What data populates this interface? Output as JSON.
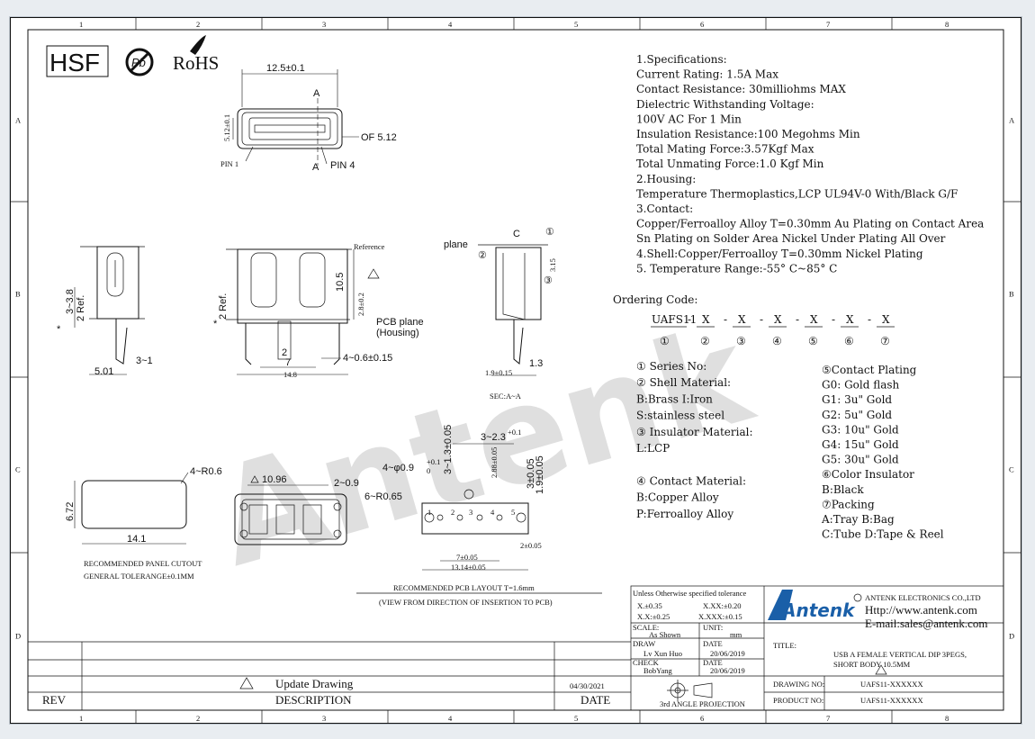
{
  "grid": {
    "columns": [
      "1",
      "2",
      "3",
      "4",
      "5",
      "6",
      "7",
      "8"
    ],
    "rows": [
      "A",
      "B",
      "C",
      "D"
    ]
  },
  "logos": {
    "hsf": "HSF",
    "pb": "Pb",
    "rohs": "RoHS",
    "watermark": "Antenk",
    "company_logo": "Antenk"
  },
  "front_view": {
    "width_dim": "12.5±0.1",
    "section_mark": "A",
    "height_dim": "5.12±0.1",
    "of_label": "OF 5.12",
    "pin1": "PIN 1",
    "pin4": "PIN 4"
  },
  "side_view": {
    "dim_3_8": "3~3.8",
    "ref_2": "2 Ref.",
    "dim_5_01": "5.01",
    "dim_3_1": "3~1",
    "star": "*"
  },
  "main_view": {
    "reference": "Reference",
    "dim_10_5": "10.5",
    "dim_2_8": "2.8±0.2",
    "ref_2": "2 Ref.",
    "pcb_plane": "PCB plane",
    "housing": "(Housing)",
    "dim_4_0_6": "4~0.6±0.15",
    "dim_2": "2",
    "dim_7": "7",
    "dim_14_8": "14.8",
    "star": "*"
  },
  "section_view": {
    "plane": "plane",
    "c_mark": "C",
    "callouts": [
      "①",
      "②",
      "③"
    ],
    "dim_3_15": "3.15",
    "dim_1_3": "1.3",
    "dim_1_9": "1.9±0.15",
    "sec_label": "SEC:A~A"
  },
  "cutout": {
    "r_label": "4~R0.6",
    "height": "6.72",
    "width": "14.1",
    "caption1": "RECOMMENDED PANEL CUTOUT",
    "caption2": "GENERAL TOLERANGE±0.1MM"
  },
  "bottom_view": {
    "dim_10_96": "10.96",
    "dim_2_0_9": "2~0.9",
    "r_label": "6~R0.65"
  },
  "pcb_layout": {
    "hole_label": "4~φ0.9",
    "hole_tol": "+0.1",
    "hole_tol2": "0",
    "dim_1_3": "3~1.3±0.05",
    "dim_2_3": "3~2.3",
    "dim_2_3_tol": "+0.1",
    "dim_2_88": "2.88±0.05",
    "dim_3_005": "3±0.05",
    "dim_1_9": "1.9±0.05",
    "dim_2": "2±0.05",
    "dim_7": "7±0.05",
    "dim_13_14": "13.14±0.05",
    "pins": [
      "1",
      "2",
      "3",
      "4",
      "5"
    ],
    "caption1": "RECOMMENDED PCB LAYOUT T=1.6mm",
    "caption2": "(VIEW FROM DIRECTION OF INSERTION TO PCB)"
  },
  "specs": [
    "1.Specifications:",
    "Current Rating:          1.5A Max",
    "Contact Resistance:      30milliohms MAX",
    "Dielectric Withstanding Voltage:",
    "     100V AC For 1 Min",
    "Insulation Resistance:100 Megohms Min",
    "Total Mating Force:3.57Kgf Max",
    "Total Unmating Force:1.0 Kgf Min",
    "2.Housing:",
    " Temperature Thermoplastics,LCP UL94V-0 With/Black G/F",
    "3.Contact:",
    " Copper/Ferroalloy Alloy T=0.30mm  Au Plating on Contact Area",
    " Sn Plating on Solder Area Nickel Under Plating All Over",
    "4.Shell:Copper/Ferroalloy T=0.30mm   Nickel Plating",
    "5. Temperature  Range:-55° C~85° C"
  ],
  "ordering": {
    "title": "Ordering Code:",
    "prefix": "UAFS11",
    "fields": [
      "X",
      "X",
      "X",
      "X",
      "X",
      "X"
    ],
    "nums": [
      "①",
      "②",
      "③",
      "④",
      "⑤",
      "⑥",
      "⑦"
    ],
    "left": [
      "① Series No:",
      "② Shell Material:",
      "   B:Brass   I:Iron",
      "   S:stainless steel",
      "③ Insulator Material:",
      "   L:LCP",
      "",
      "④ Contact Material:",
      "   B:Copper Alloy",
      "   P:Ferroalloy Alloy"
    ],
    "right": [
      "⑤Contact Plating",
      "   G0: Gold flash",
      "   G1:  3u\" Gold",
      "   G2:  5u\" Gold",
      "   G3: 10u\" Gold",
      "   G4: 15u\" Gold",
      "   G5: 30u\" Gold",
      "⑥Color Insulator",
      "   B:Black",
      "⑦Packing",
      "  A:Tray B:Bag",
      "  C:Tube D:Tape & Reel"
    ]
  },
  "title_block": {
    "tolerance_hdr": "Unless Otherwise specified tolerance",
    "tol_x": "X.±0.35",
    "tol_xx": "X.XX:±0.20",
    "tol_x1": "X.X:±0.25",
    "tol_xxx": "X.XXX:±0.15",
    "scale_lbl": "SCALE:",
    "scale_val": "As Shown",
    "unit_lbl": "UNIT:",
    "unit_val": "mm",
    "draw_lbl": "DRAW",
    "draw_val": "Lv Xun Huo",
    "date_lbl": "DATE",
    "date_val": "20/06/2019",
    "check_lbl": "CHECK",
    "check_val": "BobYang",
    "date2_lbl": "DATE",
    "date2_val": "20/06/2019",
    "projection": "3rd ANGLE PROJECTION",
    "company": "ANTENK ELECTRONICS CO.,LTD",
    "http": "Http://www.antenk.com",
    "email": "E-mail:sales@antenk.com",
    "title_lbl": "TITLE:",
    "title_l1": "USB A FEMALE VERTICAL DIP 3PEGS,",
    "title_l2": "SHORT BODY 10.5MM",
    "drawing_lbl": "DRAWING NO:",
    "drawing_no": "UAFS11-XXXXXX",
    "product_lbl": "PRODUCT NO:",
    "product_no": "UAFS11-XXXXXX"
  },
  "revision": {
    "rev_lbl": "REV",
    "desc_lbl": "DESCRIPTION",
    "date_lbl": "DATE",
    "entry": "Update Drawing",
    "entry_date": "04/30/2021"
  }
}
